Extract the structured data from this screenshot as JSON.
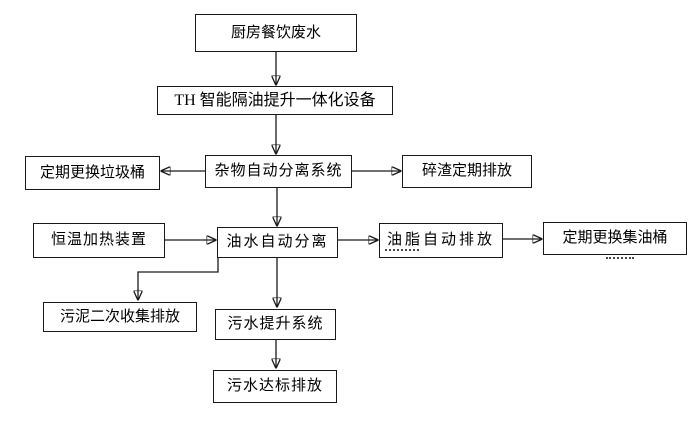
{
  "page": {
    "background_color": "#ffffff",
    "line_color": "#1a1a1a"
  },
  "flowchart": {
    "nodes": [
      {
        "id": "kitchen-wastewater",
        "label": "厨房餐饮废水"
      },
      {
        "id": "th-integrated-unit",
        "label": "TH 智能隔油提升一体化设备"
      },
      {
        "id": "replace-trash-bin",
        "label": "定期更换垃圾桶"
      },
      {
        "id": "debris-separation-system",
        "label": "杂物自动分离系统"
      },
      {
        "id": "residue-periodic-discharge",
        "label": "碎渣定期排放"
      },
      {
        "id": "constant-temp-heater",
        "label": "恒温加热装置"
      },
      {
        "id": "oil-water-separation",
        "label": "油水自动分离"
      },
      {
        "id": "grease-auto-discharge",
        "label": "油脂自动排放",
        "dotted_underline": true
      },
      {
        "id": "replace-oil-barrel",
        "label": "定期更换集油桶",
        "dotted_underline": true
      },
      {
        "id": "sludge-secondary-collection",
        "label": "污泥二次收集排放"
      },
      {
        "id": "sewage-lifting-system",
        "label": "污水提升系统"
      },
      {
        "id": "sewage-standard-discharge",
        "label": "污水达标排放"
      }
    ],
    "edges": [
      {
        "from": "kitchen-wastewater",
        "to": "th-integrated-unit"
      },
      {
        "from": "th-integrated-unit",
        "to": "debris-separation-system"
      },
      {
        "from": "debris-separation-system",
        "to": "replace-trash-bin"
      },
      {
        "from": "debris-separation-system",
        "to": "residue-periodic-discharge"
      },
      {
        "from": "debris-separation-system",
        "to": "oil-water-separation"
      },
      {
        "from": "constant-temp-heater",
        "to": "oil-water-separation"
      },
      {
        "from": "oil-water-separation",
        "to": "grease-auto-discharge"
      },
      {
        "from": "grease-auto-discharge",
        "to": "replace-oil-barrel"
      },
      {
        "from": "oil-water-separation",
        "to": "sludge-secondary-collection"
      },
      {
        "from": "oil-water-separation",
        "to": "sewage-lifting-system"
      },
      {
        "from": "sewage-lifting-system",
        "to": "sewage-standard-discharge"
      }
    ]
  }
}
